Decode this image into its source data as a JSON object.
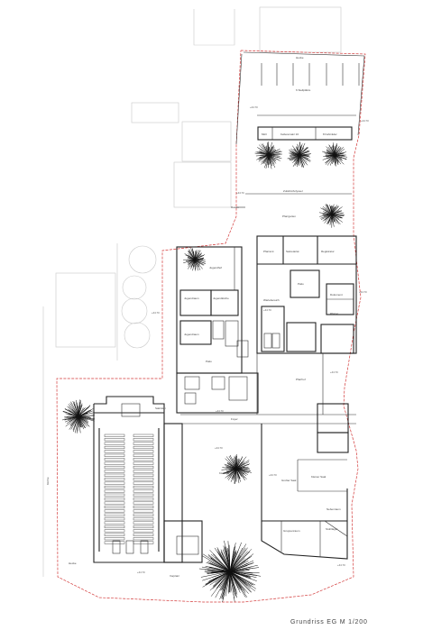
{
  "caption": "Grundriss EG M 1/200",
  "labels": {
    "hecke_top": "Hecke",
    "bootsplaetze": "6 Stellplätze",
    "muell": "Müll",
    "kellerersatz": "Kellerersatz 16",
    "fahrraeder": "8 Fahrräder",
    "zufahrt": "Zufahrt/Anlyssel",
    "rasen": "Rasen",
    "pfarrgarten": "Pfarrgarten",
    "pfarramt": "Pfarramt",
    "sekretariat": "Sekretariat",
    "registratur": "Registratur",
    "patio": "Patio",
    "wartebereich": "Wartebereich",
    "pfarrer": "Pfarrer",
    "dokumente": "Dokument",
    "jugendhof": "Jugendhof",
    "jugendraum": "Jugendraum",
    "jugendkueche": "Jugendküche",
    "jugendraum2": "Jugendraum",
    "patio2": "Patio",
    "foyer": "Foyer",
    "pfarrhof": "Pfarrhof",
    "sakristei": "Sakristei",
    "kirchhof": "Kirchhof",
    "grosser_saal": "Großer Saal",
    "kleiner_saal": "Kleiner Saal",
    "nebenraum": "Nebenraum",
    "stuhllager": "Stuhllager",
    "gruppenraum": "Gruppenraum",
    "hecke_bottom": "Hecke",
    "vorplatz": "Vorplatz",
    "kirche_side": "Kirche"
  },
  "levels": [
    "+44.70",
    "+44.70",
    "+44.70",
    "+44.70",
    "+44.70",
    "+44.70",
    "+44.70",
    "+44.70",
    "+44.70",
    "+44.70",
    "+44.70",
    "+44.70"
  ]
}
